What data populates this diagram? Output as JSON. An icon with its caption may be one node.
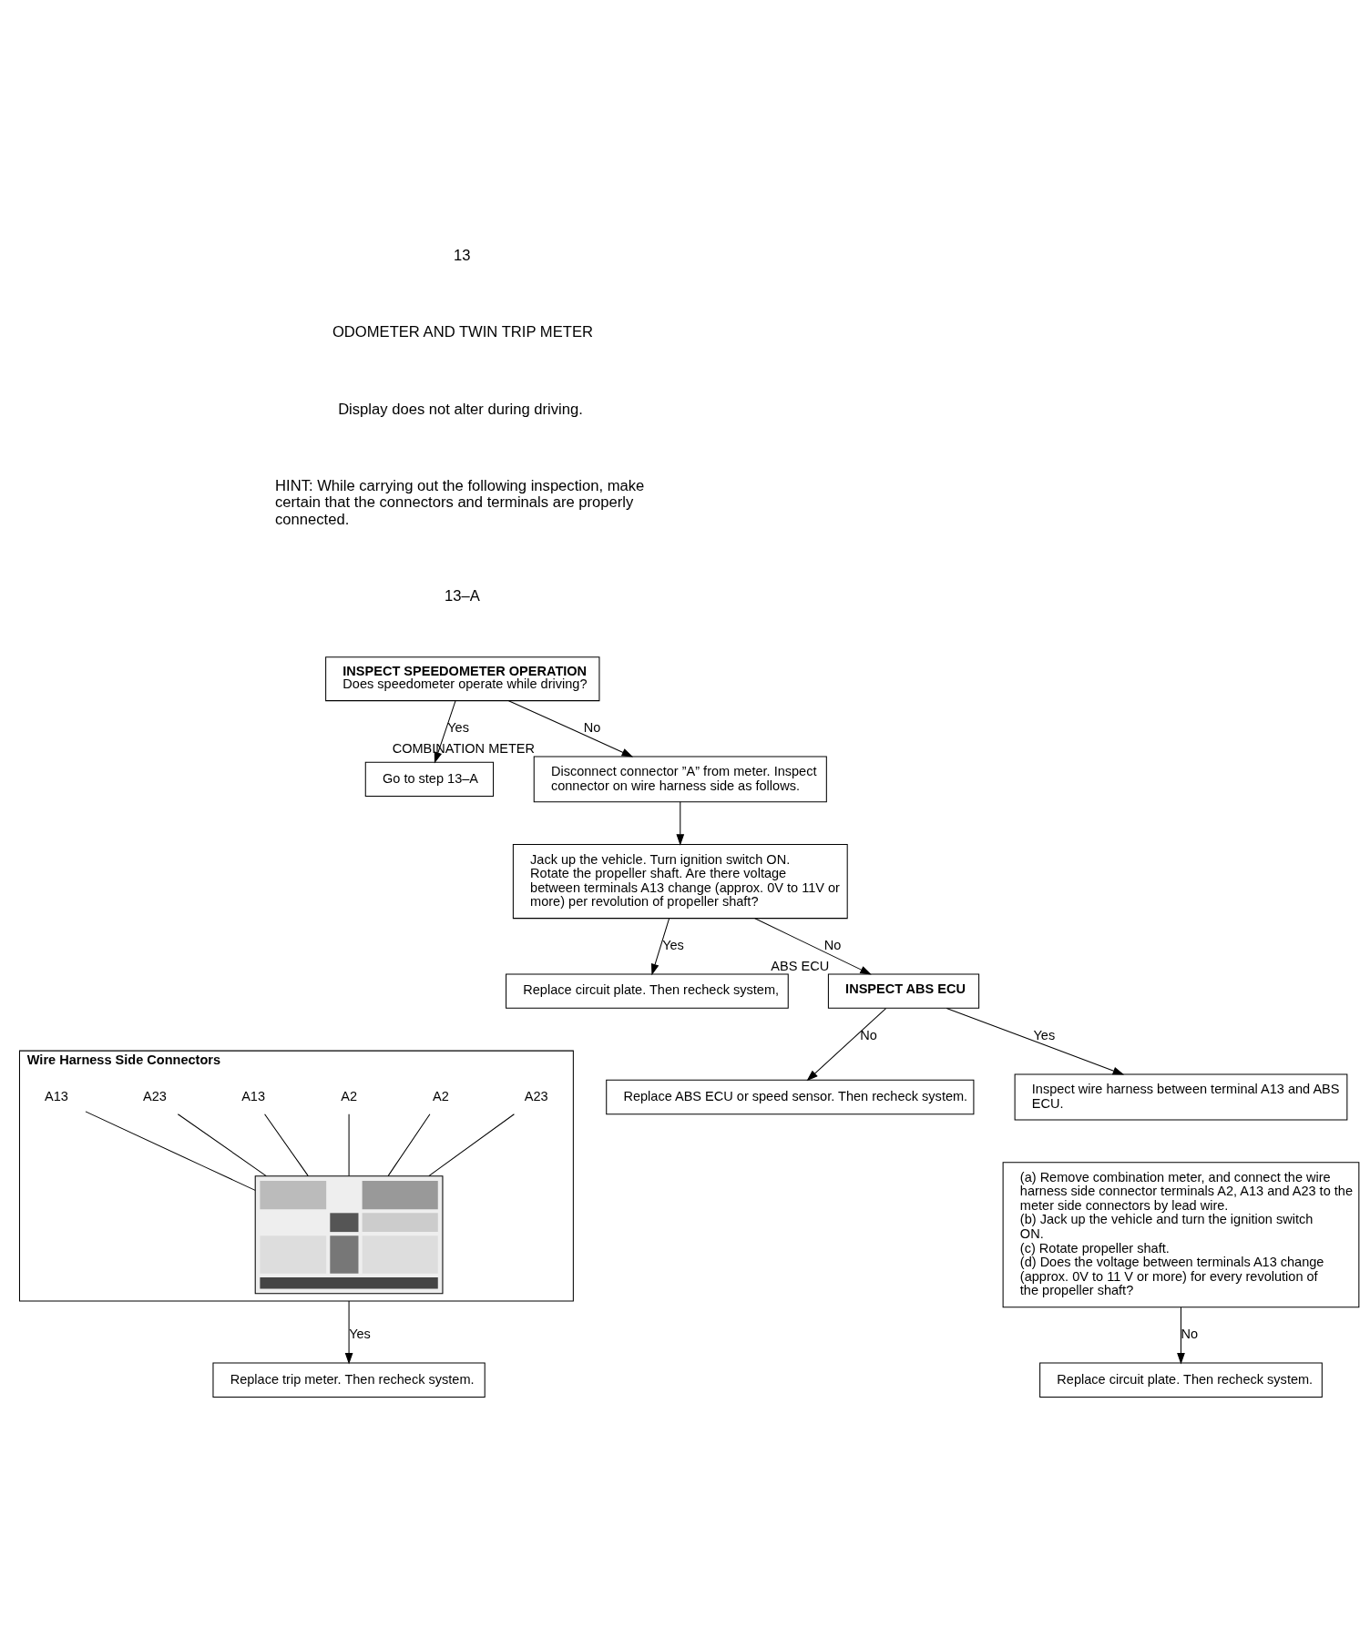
{
  "diagram": {
    "nodes": [
      {
        "text": [
          "INSPECT SPEEDOMETER OPERATION",
          "Does speedometer operate while driving?"
        ]
      },
      {
        "text": [
          "Go to step 13–A"
        ]
      },
      {
        "text": [
          "Disconnect connector ”A” from meter. Inspect connector on wire harness side as follows."
        ],
        "beside": [
          "COMBINATION METER"
        ]
      },
      {
        "text": [
          "Jack up the vehicle. Turn ignition switch ON. Rotate the propeller shaft. Are there voltage between terminals A13 change (approx. 0V to 11V or more) per revolution of propeller shaft?"
        ]
      },
      {
        "text": [
          "Replace circuit plate. Then recheck system,"
        ]
      },
      {
        "text": [
          "INSPECT ABS ECU"
        ],
        "beside": [
          "ABS ECU"
        ]
      },
      {
        "text": [
          "Replace ABS ECU or speed sensor. Then recheck system."
        ]
      },
      {
        "text": [
          "Inspect wire harness between terminal A13 and ABS ECU."
        ]
      },
      {
        "text": [
          "Wire Harness Side Connectors"
        ]
      },
      {
        "text": [
          "A23"
        ],
        "in": 8
      },
      {
        "text": [
          "A2"
        ],
        "in": 8
      },
      {
        "text": [
          "A2"
        ],
        "in": 8
      },
      {
        "text": [
          "A13"
        ],
        "in": 8
      },
      {
        "text": [
          "A23"
        ],
        "in": 8
      },
      {
        "text": [
          "A13"
        ],
        "in": 8
      },
      {
        "text": [],
        "shape": "picture",
        "in": 8
      },
      {
        "text": [
          "(a) Remove combination meter, and connect the wire harness side connector terminals A2, A13 and A23 to the meter side connectors by lead wire.",
          "(b) Jack up the vehicle and turn the ignition switch ON.",
          "(c) Rotate propeller shaft.",
          "(d) Does the voltage between terminals A13 change (approx. 0V to 11 V or more) for every revolution of the propeller shaft?"
        ]
      },
      {
        "text": [
          "Replace trip meter. Then recheck system."
        ]
      },
      {
        "text": [
          "Replace circuit plate. Then recheck system."
        ]
      }
    ],
    "edges": [
      {
        "from": 0,
        "to": 2,
        "arrow": "to",
        "label": "No"
      },
      {
        "from": 0,
        "to": 1,
        "arrow": "to",
        "label": "Yes"
      },
      {
        "from": 2,
        "to": 3,
        "arrow": "to"
      },
      {
        "from": 3,
        "to": 4,
        "arrow": "to",
        "label": "Yes"
      },
      {
        "from": 3,
        "to": 5,
        "arrow": "to",
        "label": "No"
      },
      {
        "from": 5,
        "to": 6,
        "arrow": "to",
        "label": "No"
      },
      {
        "from": 5,
        "to": 7,
        "arrow": "to",
        "label": "Yes"
      },
      {
        "from": 9,
        "to": 15,
        "arrow": "none"
      },
      {
        "from": 10,
        "to": 15,
        "arrow": "none"
      },
      {
        "from": 11,
        "to": 15,
        "arrow": "none"
      },
      {
        "from": 12,
        "to": 15,
        "arrow": "none"
      },
      {
        "from": 13,
        "to": 15,
        "arrow": "none"
      },
      {
        "from": 14,
        "to": 15,
        "arrow": "none"
      },
      {
        "from": 8,
        "to": 17,
        "arrow": "to",
        "label": "Yes"
      },
      {
        "from": 16,
        "to": 18,
        "arrow": "to",
        "label": "No"
      }
    ],
    "labels": [
      "13",
      "ODOMETER AND TWIN TRIP METER",
      "Display does not alter during driving.",
      "HINT: While carrying out the following inspection, make certain that the connectors and terminals are properly connected.",
      "13–A"
    ]
  }
}
